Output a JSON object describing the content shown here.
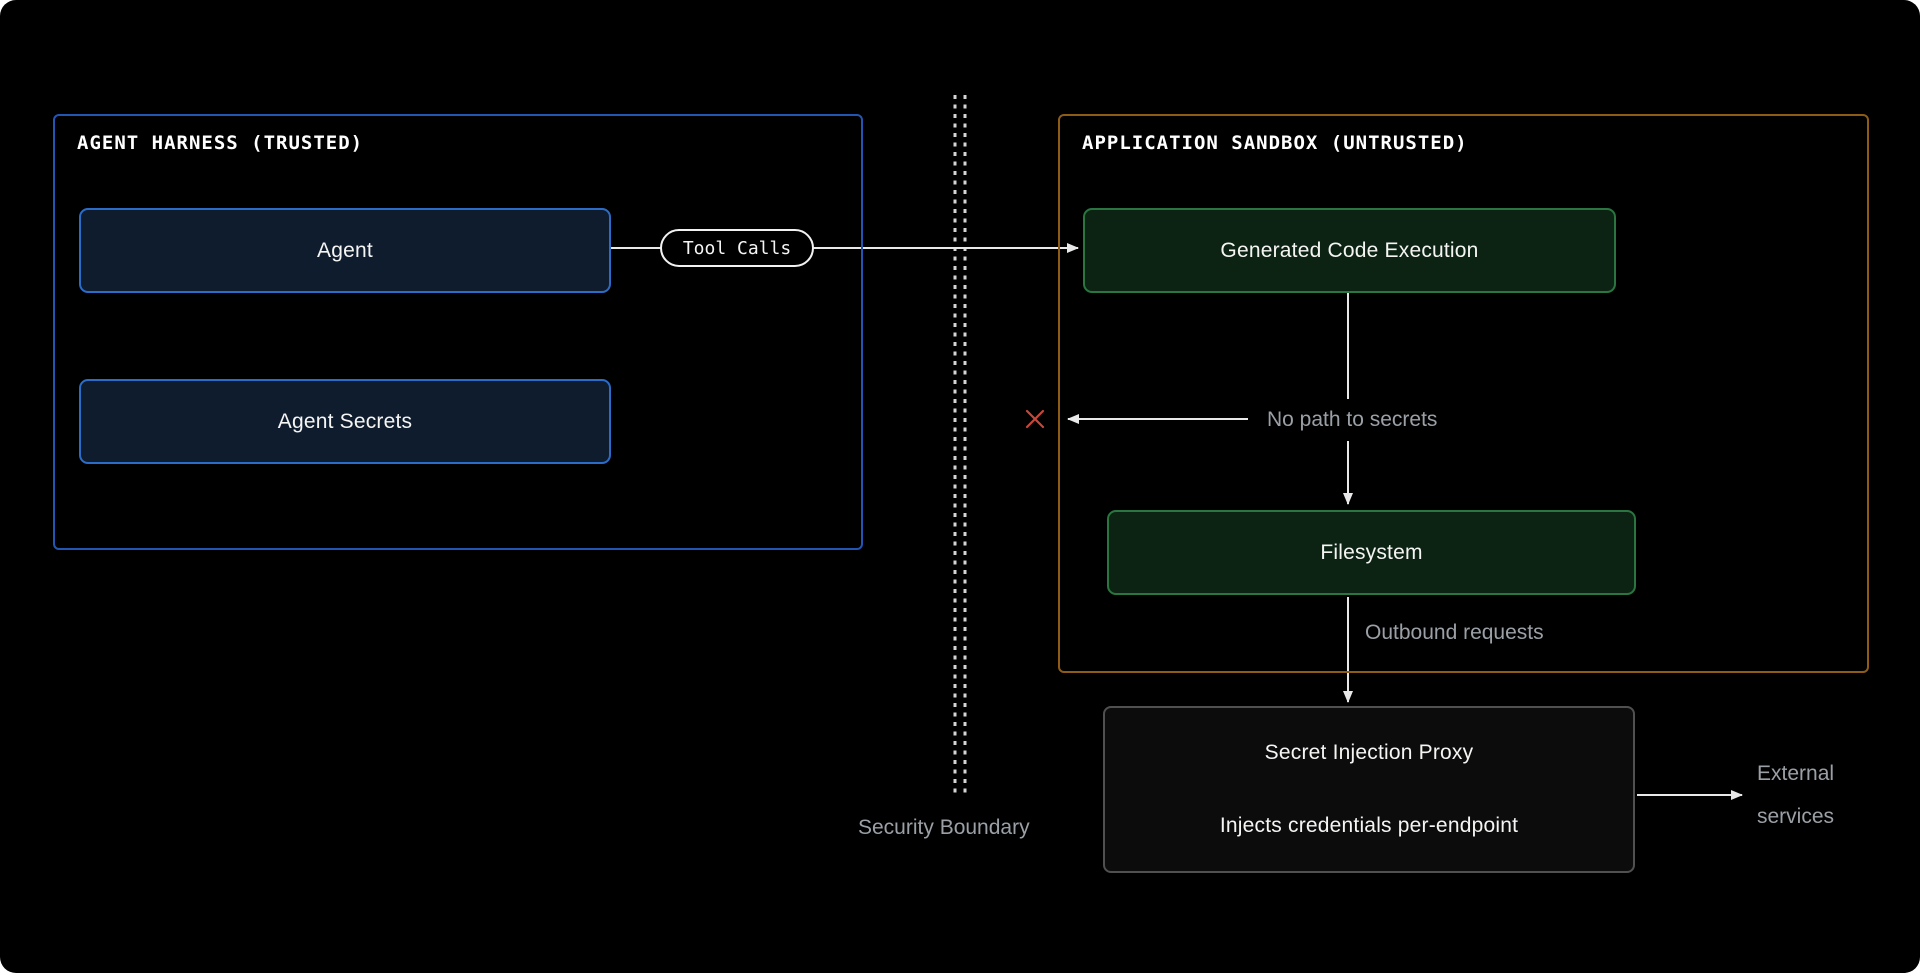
{
  "colors": {
    "background": "#000000",
    "harness_border": "#2256b4",
    "node_blue_fill": "#0f1c2e",
    "node_blue_border": "#2b6cc8",
    "sandbox_border": "#8f5c16",
    "node_green_fill": "#0c2314",
    "node_green_border": "#2a7540",
    "proxy_fill": "#0c0c0c",
    "proxy_border": "#505050",
    "wire": "#e9e9e9",
    "boundary_dash": "#d4d4d4",
    "label_gray": "#9aa0a6",
    "danger_red": "#c7473a",
    "text_white": "#f5f5f3"
  },
  "harness": {
    "title": "AGENT HARNESS (TRUSTED)",
    "nodes": [
      {
        "label": "Agent"
      },
      {
        "label": "Agent Secrets"
      }
    ]
  },
  "sandbox": {
    "title": "APPLICATION SANDBOX (UNTRUSTED)",
    "nodes": [
      {
        "label": "Generated Code Execution"
      },
      {
        "label": "Filesystem"
      }
    ]
  },
  "proxy": {
    "title": "Secret Injection Proxy",
    "subtitle": "Injects credentials per-endpoint"
  },
  "connectors": {
    "tool_calls": "Tool Calls",
    "no_path": "No path to secrets",
    "outbound": "Outbound requests",
    "security_boundary": "Security Boundary",
    "external": "External services",
    "blocked_icon": "x-mark"
  }
}
